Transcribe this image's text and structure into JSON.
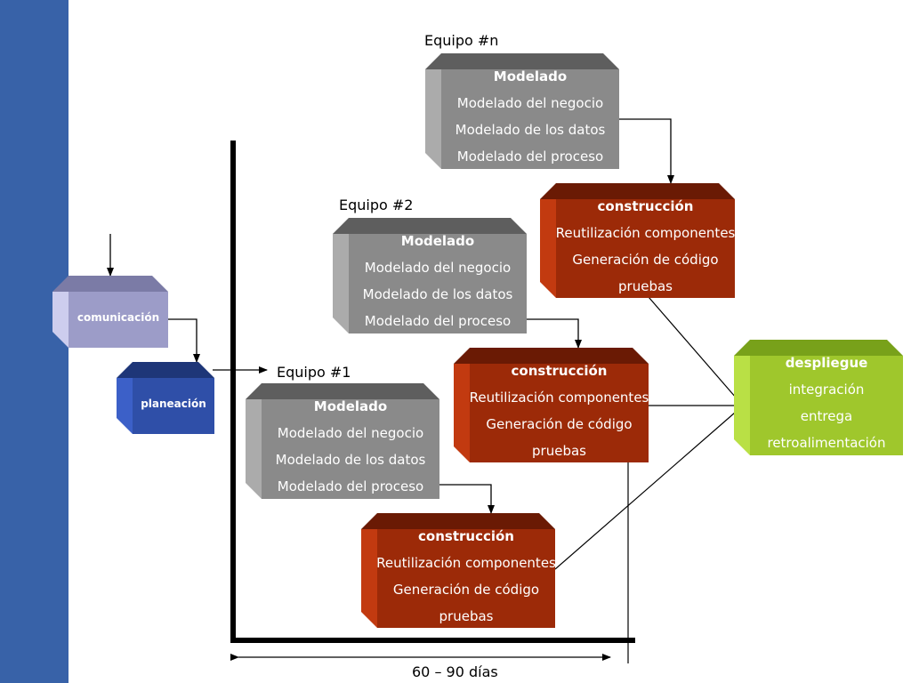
{
  "colors": {
    "sidebar": "#3862a8",
    "lavender": {
      "face": "#9c9cc8",
      "top": "#7b7ba6",
      "side": "#cdcdee"
    },
    "blue": {
      "face": "#2f4fa8",
      "top": "#1e3678",
      "side": "#3c60c8"
    },
    "gray": {
      "face": "#8a8a8a",
      "top": "#5e5e5e",
      "side": "#ababab"
    },
    "red": {
      "face": "#9c2a08",
      "top": "#6a1a04",
      "side": "#c23a10"
    },
    "green": {
      "face": "#9fc72c",
      "top": "#78a11a",
      "side": "#b9e045"
    }
  },
  "labels": {
    "comunicacion": "comunicación",
    "planeacion": "planeación",
    "team_1": "Equipo #1",
    "team_2": "Equipo #2",
    "team_n": "Equipo #n",
    "duration": "60 – 90 días"
  },
  "modelado": {
    "heading": "Modelado",
    "items": [
      "Modelado del negocio",
      "Modelado de los datos",
      "Modelado del proceso"
    ]
  },
  "construccion": {
    "heading": "construcción",
    "items": [
      "Reutilización componentes",
      "Generación de código",
      "pruebas"
    ]
  },
  "despliegue": {
    "heading": "despliegue",
    "items": [
      "integración",
      "entrega",
      "retroalimentación"
    ]
  }
}
